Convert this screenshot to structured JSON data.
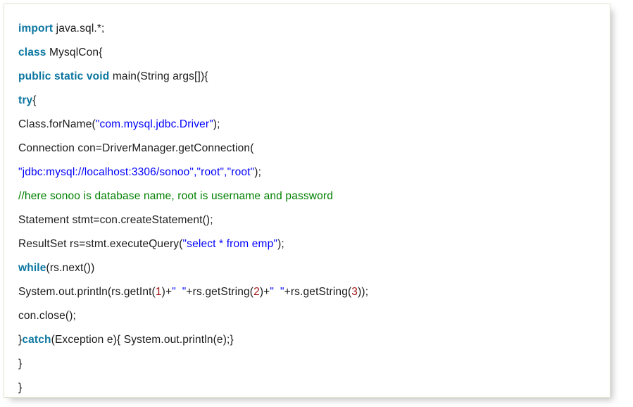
{
  "card": {
    "language": "java",
    "border_color": "#e2e2d2",
    "background_color": "#ffffff"
  },
  "theme": {
    "keyword_color": "#0b76a0",
    "string_color": "#0000ff",
    "comment_color": "#008000",
    "number_color": "#a31515",
    "text_color": "#1a1a1a"
  },
  "code": {
    "lines": [
      {
        "index": 1,
        "text": "import java.sql.*;",
        "tokens": [
          {
            "t": "import",
            "k": "kw"
          },
          {
            "t": " java.sql.*;",
            "k": "plain"
          }
        ]
      },
      {
        "index": 2,
        "text": "class MysqlCon{",
        "tokens": [
          {
            "t": "class",
            "k": "kw"
          },
          {
            "t": " MysqlCon{",
            "k": "plain"
          }
        ]
      },
      {
        "index": 3,
        "text": "public static void main(String args[]){",
        "tokens": [
          {
            "t": "public static void",
            "k": "kw"
          },
          {
            "t": " main(String args[]){",
            "k": "plain"
          }
        ]
      },
      {
        "index": 4,
        "text": "try{",
        "tokens": [
          {
            "t": "try",
            "k": "kw"
          },
          {
            "t": "{",
            "k": "plain"
          }
        ]
      },
      {
        "index": 5,
        "text": "Class.forName(\"com.mysql.jdbc.Driver\");",
        "tokens": [
          {
            "t": "Class.forName(",
            "k": "plain"
          },
          {
            "t": "\"com.mysql.jdbc.Driver\"",
            "k": "str"
          },
          {
            "t": ");",
            "k": "plain"
          }
        ]
      },
      {
        "index": 6,
        "text": "Connection con=DriverManager.getConnection(",
        "tokens": [
          {
            "t": "Connection con=DriverManager.getConnection(",
            "k": "plain"
          }
        ]
      },
      {
        "index": 7,
        "text": "\"jdbc:mysql://localhost:3306/sonoo\",\"root\",\"root\");",
        "tokens": [
          {
            "t": "\"jdbc:mysql://localhost:3306/sonoo\",\"root\",\"root\"",
            "k": "str"
          },
          {
            "t": ");",
            "k": "plain"
          }
        ]
      },
      {
        "index": 8,
        "text": "//here sonoo is database name, root is username and password",
        "tokens": [
          {
            "t": "//here sonoo is database name, root is username and password",
            "k": "cmt"
          }
        ]
      },
      {
        "index": 9,
        "text": "Statement stmt=con.createStatement();",
        "tokens": [
          {
            "t": "Statement stmt=con.createStatement();",
            "k": "plain"
          }
        ]
      },
      {
        "index": 10,
        "text": "ResultSet rs=stmt.executeQuery(\"select * from emp\");",
        "tokens": [
          {
            "t": "ResultSet rs=stmt.executeQuery(",
            "k": "plain"
          },
          {
            "t": "\"select * from emp\"",
            "k": "str"
          },
          {
            "t": ");",
            "k": "plain"
          }
        ]
      },
      {
        "index": 11,
        "text": "while(rs.next())",
        "tokens": [
          {
            "t": "while",
            "k": "kw"
          },
          {
            "t": "(rs.next())",
            "k": "plain"
          }
        ]
      },
      {
        "index": 12,
        "text": "System.out.println(rs.getInt(1)+\"  \"+rs.getString(2)+\"  \"+rs.getString(3));",
        "tokens": [
          {
            "t": "System.out.println(rs.getInt(",
            "k": "plain"
          },
          {
            "t": "1",
            "k": "num"
          },
          {
            "t": ")+",
            "k": "plain"
          },
          {
            "t": "\"  \"",
            "k": "str"
          },
          {
            "t": "+rs.getString(",
            "k": "plain"
          },
          {
            "t": "2",
            "k": "num"
          },
          {
            "t": ")+",
            "k": "plain"
          },
          {
            "t": "\"  \"",
            "k": "str"
          },
          {
            "t": "+rs.getString(",
            "k": "plain"
          },
          {
            "t": "3",
            "k": "num"
          },
          {
            "t": "));",
            "k": "plain"
          }
        ]
      },
      {
        "index": 13,
        "text": "con.close();",
        "tokens": [
          {
            "t": "con.close();",
            "k": "plain"
          }
        ]
      },
      {
        "index": 14,
        "text": "}catch(Exception e){ System.out.println(e);}",
        "tokens": [
          {
            "t": "}",
            "k": "plain"
          },
          {
            "t": "catch",
            "k": "kw"
          },
          {
            "t": "(Exception e){ System.out.println(e);}",
            "k": "plain"
          }
        ]
      },
      {
        "index": 15,
        "text": "}",
        "tokens": [
          {
            "t": "}",
            "k": "plain"
          }
        ]
      },
      {
        "index": 16,
        "text": "}",
        "tokens": [
          {
            "t": "}",
            "k": "plain"
          }
        ]
      }
    ]
  }
}
